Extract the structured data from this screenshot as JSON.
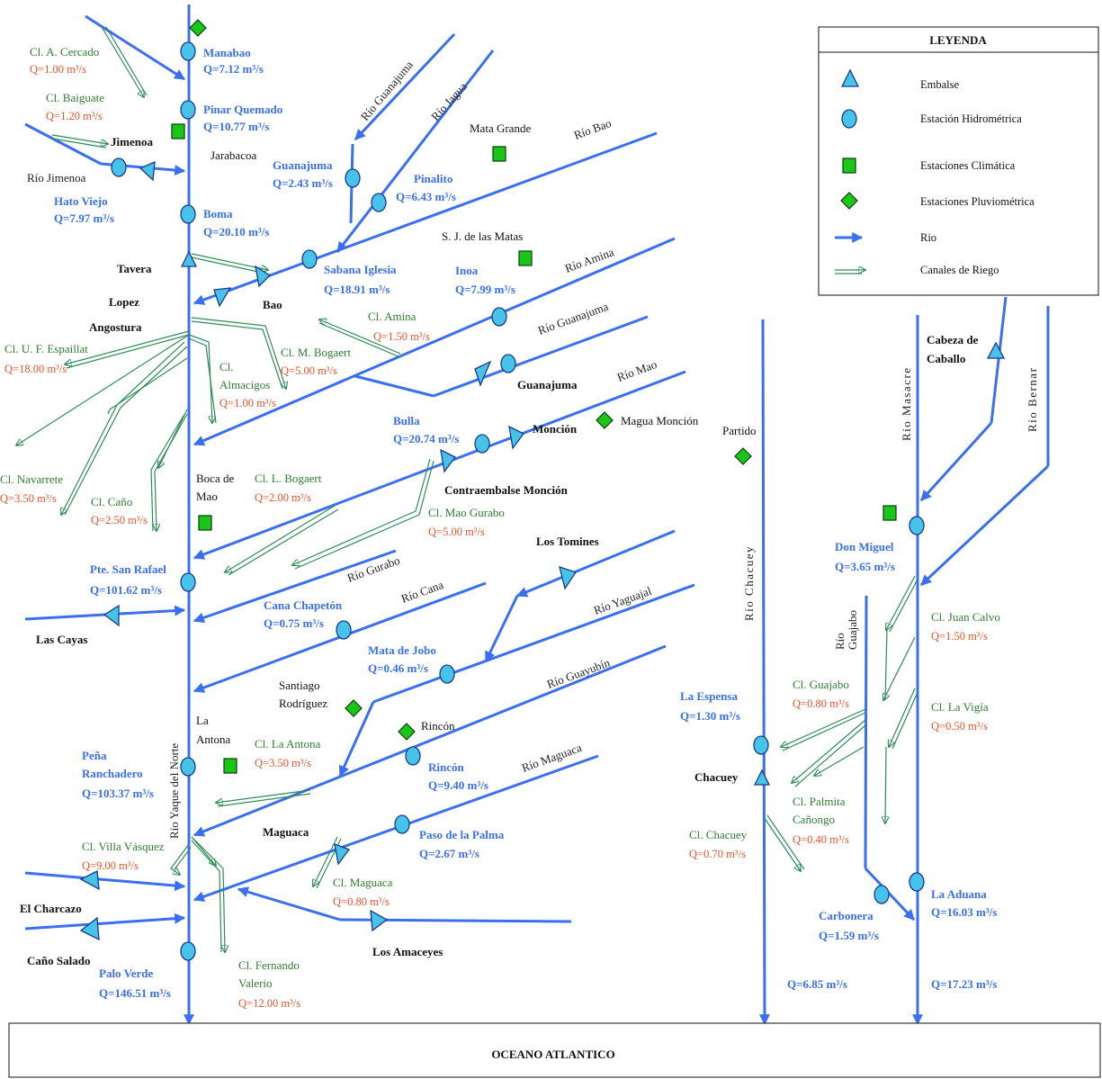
{
  "legend": {
    "title": "LEYENDA",
    "items": [
      "Embalse",
      "Estación Hidrométrica",
      "Estaciones Climática",
      "Estaciones Pluviométrica",
      "Rio",
      "Canales de Riego"
    ]
  },
  "ocean": "OCEANO ATLANTICO",
  "rivers": {
    "yaque": "Río Yaque del Norte",
    "guanajuma1": "Río Guanajuma",
    "jagua": "Río Jagua",
    "bao": "Río Bao",
    "amina": "Río Amina",
    "guanajuma2": "Río Guanajuma",
    "mao": "Río Mao",
    "gurabo": "Río Gurabo",
    "cana": "Río Cana",
    "yaguajal": "Río Yaguajal",
    "guayubin": "Río Guayubín",
    "maguaca": "Río Maguaca",
    "chacuey": "Río Chacuey",
    "masacre": "Río Masacre",
    "bernar": "Río Bernar",
    "guajabo1": "Río",
    "guajabo2": "Guajabo",
    "jimenoa": "Río Jimenoa"
  },
  "stations": {
    "manabao": {
      "name": "Manabao",
      "q": "Q=7.12 m³/s"
    },
    "pinar": {
      "name": "Pinar Quemado",
      "q": "Q=10.77 m³/s"
    },
    "hato": {
      "name": "Hato Viejo",
      "q": "Q=7.97 m³/s"
    },
    "boma": {
      "name": "Boma",
      "q": "Q=20.10 m³/s"
    },
    "guanajuma": {
      "name": "Guanajuma",
      "q": "Q=2.43 m³/s"
    },
    "pinalito": {
      "name": "Pinalito",
      "q": "Q=6.43 m³/s"
    },
    "sabana": {
      "name": "Sabana Iglesia",
      "q": "Q=18.91 m³/s"
    },
    "inoa": {
      "name": "Inoa",
      "q": "Q=7.99 m³/s"
    },
    "bulla": {
      "name": "Bulla",
      "q": "Q=20.74 m³/s"
    },
    "sanrafael": {
      "name": "Pte. San Rafael",
      "q": "Q=101.62 m³/s"
    },
    "cana": {
      "name": "Cana Chapetón",
      "q": "Q=0.75 m³/s"
    },
    "jobo": {
      "name": "Mata de Jobo",
      "q": "Q=0.46 m³/s"
    },
    "pena1": {
      "name": "Peña"
    },
    "pena2": {
      "name": "Ranchadero",
      "q": "Q=103.37 m³/s"
    },
    "rincon": {
      "name": "Rincón",
      "q": "Q=9.40 m³/s"
    },
    "paso": {
      "name": "Paso de la Palma",
      "q": "Q=2.67 m³/s"
    },
    "paloverde": {
      "name": "Palo Verde",
      "q": "Q=146.51 m³/s"
    },
    "espensa": {
      "name": "La Espensa",
      "q": "Q=1.30 m³/s"
    },
    "donmiguel": {
      "name": "Don Miguel",
      "q": "Q=3.65 m³/s"
    },
    "carbonera": {
      "name": "Carbonera",
      "q": "Q=1.59 m³/s"
    },
    "aduana": {
      "name": "La Aduana",
      "q": "Q=16.03 m³/s"
    },
    "chacueyq": {
      "q": "Q=6.85 m³/s"
    },
    "masacreq": {
      "q": "Q=17.23 m³/s"
    }
  },
  "canals": {
    "cercado": {
      "name": "Cl. A. Cercado",
      "q": "Q=1.00 m³/s"
    },
    "baiguate": {
      "name": "Cl. Baiguate",
      "q": "Q=1.20 m³/s"
    },
    "amina": {
      "name": "Cl. Amina",
      "q": "Q=1.50 m³/s"
    },
    "espaillat": {
      "name": "Cl. U. F. Espaillat",
      "q": "Q=18.00 m³/s"
    },
    "almacigos1": {
      "name": "Cl."
    },
    "almacigos2": {
      "name": "Almacigos",
      "q": "Q=1.00 m³/s"
    },
    "mbogaert": {
      "name": "Cl. M. Bogaert",
      "q": "Q=5.00 m³/s"
    },
    "navarrete": {
      "name": "Cl. Navarrete",
      "q": "Q=3.50 m³/s"
    },
    "caneo": {
      "name": "Cl. Caño",
      "q": "Q=2.50 m³/s"
    },
    "lbogaert": {
      "name": "Cl. L. Bogaert",
      "q": "Q=2.00 m³/s"
    },
    "maogurabo": {
      "name": "Cl. Mao Gurabo",
      "q": "Q=5.00 m³/s"
    },
    "laantona": {
      "name": "Cl. La Antona",
      "q": "Q=3.50 m³/s"
    },
    "villa": {
      "name": "Cl. Villa Vásquez",
      "q": "Q=9.00 m³/s"
    },
    "maguaca": {
      "name": "Cl. Maguaca",
      "q": "Q=0.80 m³/s"
    },
    "fernando1": {
      "name": "Cl. Fernando"
    },
    "fernando2": {
      "name": "Valerio",
      "q": "Q=12.00 m³/s"
    },
    "juancalvo": {
      "name": "Cl. Juan Calvo",
      "q": "Q=1.50 m³/s"
    },
    "guajabo": {
      "name": "Cl. Guajabo",
      "q": "Q=0.80 m³/s"
    },
    "vigia": {
      "name": "Cl. La Vigía",
      "q": "Q=0.50 m³/s"
    },
    "palmita1": {
      "name": "Cl. Palmita"
    },
    "palmita2": {
      "name": "Cañongo",
      "q": "Q=0.40 m³/s"
    },
    "chacuey": {
      "name": "Cl. Chacuey",
      "q": "Q=0.70 m³/s"
    }
  },
  "places": {
    "jimenoa": "Jimenoa",
    "jarabacoa": "Jarabacoa",
    "tavera": "Tavera",
    "lopez": "Lopez",
    "angostura": "Angostura",
    "bao": "Bao",
    "mata": "Mata Grande",
    "sjmatas": "S. J. de las Matas",
    "guanajuma": "Guanajuma",
    "moncion": "Monción",
    "magua": "Magua Monción",
    "partido": "Partido",
    "contra": "Contraembalse Monción",
    "boca1": "Boca de",
    "boca2": "Mao",
    "tomines": "Los Tomines",
    "cayas": "Las Cayas",
    "santiago1": "Santiago",
    "santiago2": "Rodríguez",
    "rincon": "Rincón",
    "antona1": "La",
    "antona2": "Antona",
    "maguaca": "Maguaca",
    "charcazo": "El Charcazo",
    "canosalado": "Caño Salado",
    "amaceyes": "Los Amaceyes",
    "cabeza1": "Cabeza de",
    "cabeza2": "Caballo",
    "chacuey": "Chacuey"
  }
}
